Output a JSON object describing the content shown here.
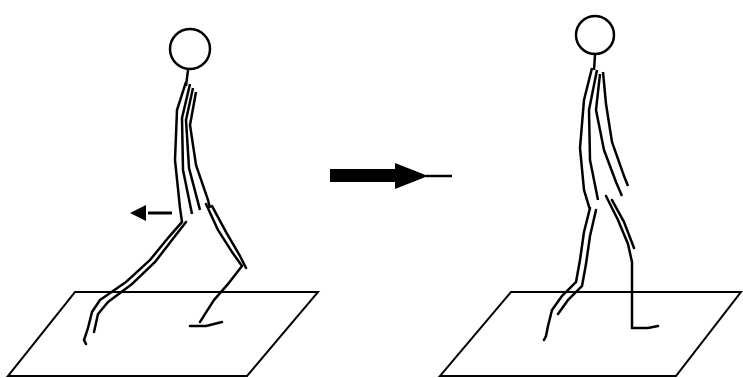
{
  "figure": {
    "panels": [
      {
        "id": "before",
        "step": "walking-forward",
        "has_motion_arrow": true,
        "motion_arrow_direction": "left"
      },
      {
        "id": "after",
        "step": "standing-on-platform",
        "has_motion_arrow": false
      }
    ],
    "transition_arrow_direction": "right",
    "colors": {
      "ink": "#000000",
      "background": "#ffffff"
    }
  }
}
